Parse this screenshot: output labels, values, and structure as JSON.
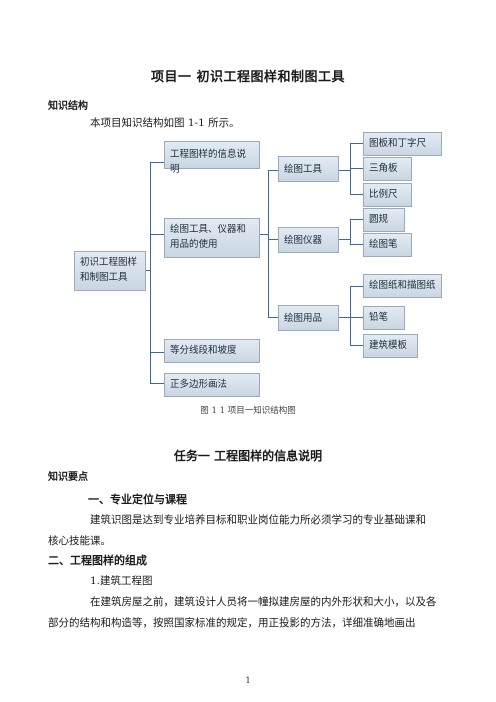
{
  "doc": {
    "title": "项目一   初识工程图样和制图工具",
    "knowledge_structure_heading": "知识结构",
    "intro_text": "本项目知识结构如图 1-1 所示。",
    "figure_caption": "图 1 1  项目一知识结构图",
    "task_title": "任务一   工程图样的信息说明",
    "knowledge_points_heading": "知识要点",
    "section1_title": "一、专业定位与课程",
    "section1_text_line1": "建筑识图是达到专业培养目标和职业岗位能力所必须学习的专业基础课和",
    "section1_text_line2": "核心技能课。",
    "section2_title": "二、工程图样的组成",
    "subsection1_title": "1.建筑工程图",
    "para_line1": "在建筑房屋之前，建筑设计人员将一幢拟建房屋的内外形状和大小，以及各",
    "para_line2": "部分的结构和构造等，按照国家标准的规定，用正投影的方法，详细准确地画出",
    "page_number": "1"
  },
  "diagram": {
    "root": "初识工程图样和制图工具",
    "level1": [
      "工程图样的信息说明",
      "绘图工具、仪器和用品的使用",
      "等分线段和坡度",
      "正多边形画法"
    ],
    "level2": [
      "绘图工具",
      "绘图仪器",
      "绘图用品"
    ],
    "level3_tools": [
      "图板和丁字尺",
      "三角板",
      "比例尺"
    ],
    "level3_instruments": [
      "圆规",
      "绘图笔"
    ],
    "level3_supplies": [
      "绘图纸和描图纸",
      "铅笔",
      "建筑模板"
    ]
  }
}
